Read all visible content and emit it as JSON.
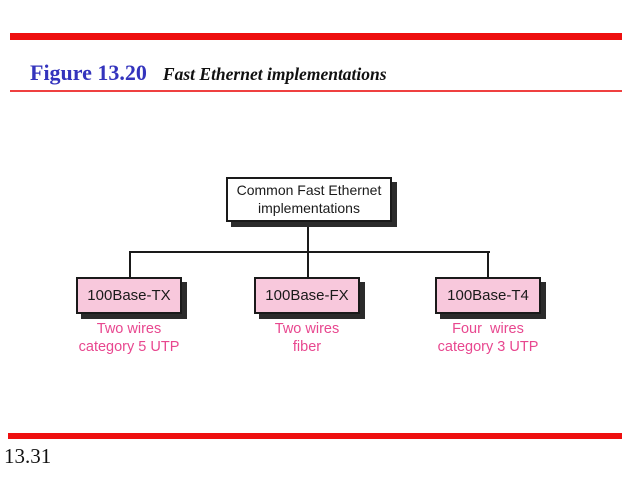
{
  "header": {
    "figure_label": "Figure 13.20",
    "figure_title": "Fast Ethernet implementations"
  },
  "footer": {
    "page_number": "13.31"
  },
  "colors": {
    "accent_red": "#ee0f0f",
    "figure_label_blue": "#3434bd",
    "node_fill_pink": "#f8c8dc",
    "caption_pink": "#e8478f",
    "line_black": "#1a1a1a"
  },
  "diagram": {
    "type": "tree",
    "root": {
      "label": "Common Fast Ethernet\nimplementations"
    },
    "children": [
      {
        "label": "100Base-TX",
        "caption": "Two wires\ncategory 5 UTP"
      },
      {
        "label": "100Base-FX",
        "caption": "Two wires\nfiber"
      },
      {
        "label": "100Base-T4",
        "caption": "Four  wires\ncategory 3 UTP"
      }
    ]
  }
}
